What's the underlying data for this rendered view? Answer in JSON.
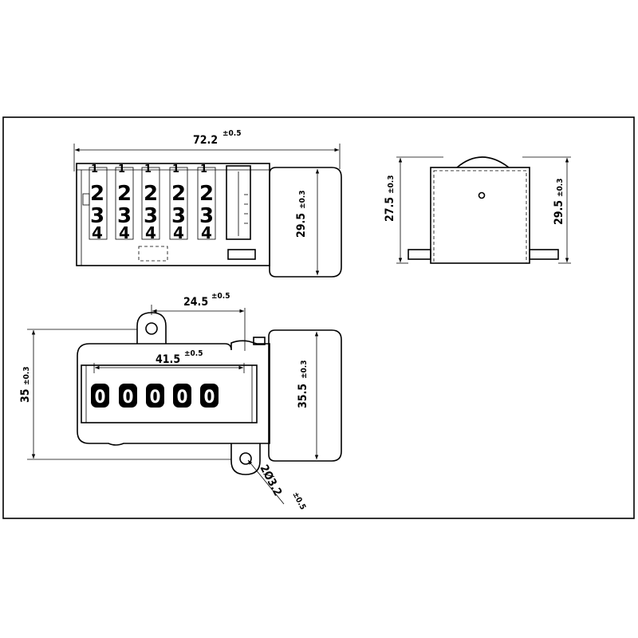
{
  "dimensions": {
    "overall_length": {
      "value": "72.2",
      "tol": "±0.5"
    },
    "side_height": {
      "value": "29.5",
      "tol": "±0.3"
    },
    "end_height_left": {
      "value": "27.5",
      "tol": "±0.3"
    },
    "end_height_right": {
      "value": "29.5",
      "tol": "±0.3"
    },
    "hole_spacing": {
      "value": "24.5",
      "tol": "±0.5"
    },
    "window_width": {
      "value": "41.5",
      "tol": "±0.5"
    },
    "body_height": {
      "value": "35",
      "tol": "±0.3"
    },
    "housing_height": {
      "value": "35.5",
      "tol": "±0.3"
    },
    "hole_diameter": {
      "value": "2Ø3.2",
      "tol": "±0.5"
    }
  },
  "counter": {
    "wheel_digits_row1": [
      "1",
      "1",
      "1",
      "1",
      "1"
    ],
    "wheel_digits_row2": [
      "2",
      "2",
      "2",
      "2",
      "2"
    ],
    "wheel_digits_row3": [
      "3",
      "3",
      "3",
      "3",
      "3"
    ],
    "wheel_digits_row4": [
      "4",
      "4",
      "4",
      "4",
      "4"
    ],
    "display_digits": [
      "0",
      "0",
      "0",
      "0",
      "0"
    ]
  }
}
